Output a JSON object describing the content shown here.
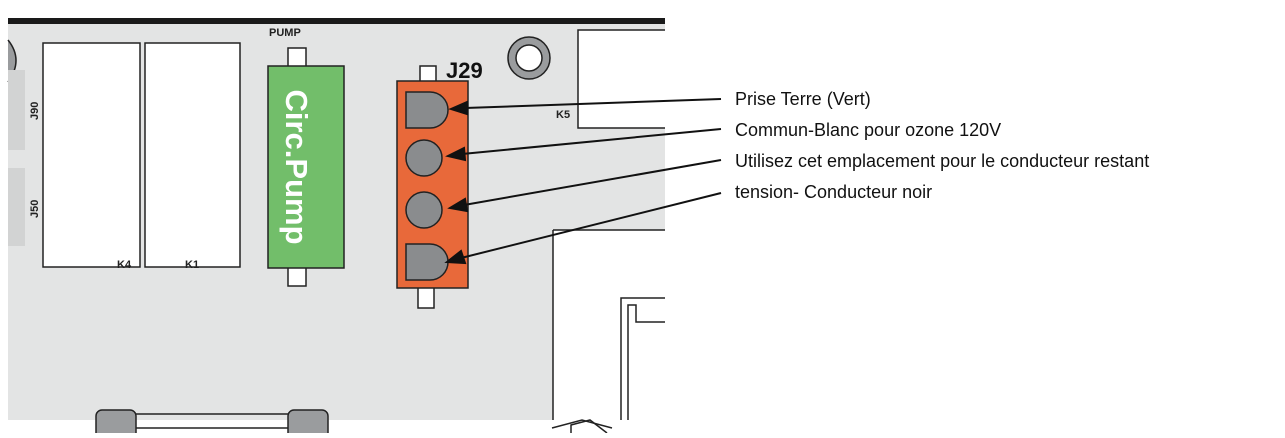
{
  "board": {
    "pump_header": "PUMP",
    "relay_left_label": "K4",
    "relay_right_label": "K1",
    "side_label_top": "J90",
    "side_label_bottom": "J50",
    "relay_k5_label": "K5",
    "connector_label": "J29",
    "pump_component_label": "Circ.Pump"
  },
  "callouts": [
    {
      "text": "Prise Terre (Vert)"
    },
    {
      "text": "Commun-Blanc pour ozone 120V"
    },
    {
      "text": "Utilisez cet emplacement pour le conducteur restant"
    },
    {
      "text": "tension- Conducteur noir"
    }
  ],
  "colors": {
    "board": "#e3e4e4",
    "pump": "#72be6a",
    "connector": "#e8693a",
    "pin": "#8a8c8e"
  }
}
